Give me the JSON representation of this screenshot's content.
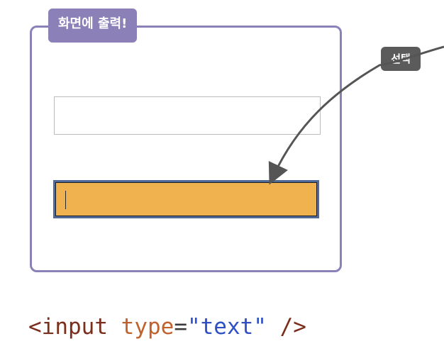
{
  "frame": {
    "title": "화면에 출력!"
  },
  "callout": {
    "label": "선택"
  },
  "code": {
    "open": "<input",
    "attr": "type",
    "eq": "=",
    "value": "\"text\"",
    "close": "/>"
  },
  "colors": {
    "frame": "#8b80b8",
    "focused_fill": "#f0b24f",
    "focused_border": "#4f6a96",
    "badge": "#5b5b5b",
    "code_tag": "#7a2e1d",
    "code_attr": "#c0622d",
    "code_value": "#2f4fc7"
  },
  "icons": {
    "arrow": "curved-arrow-icon"
  }
}
